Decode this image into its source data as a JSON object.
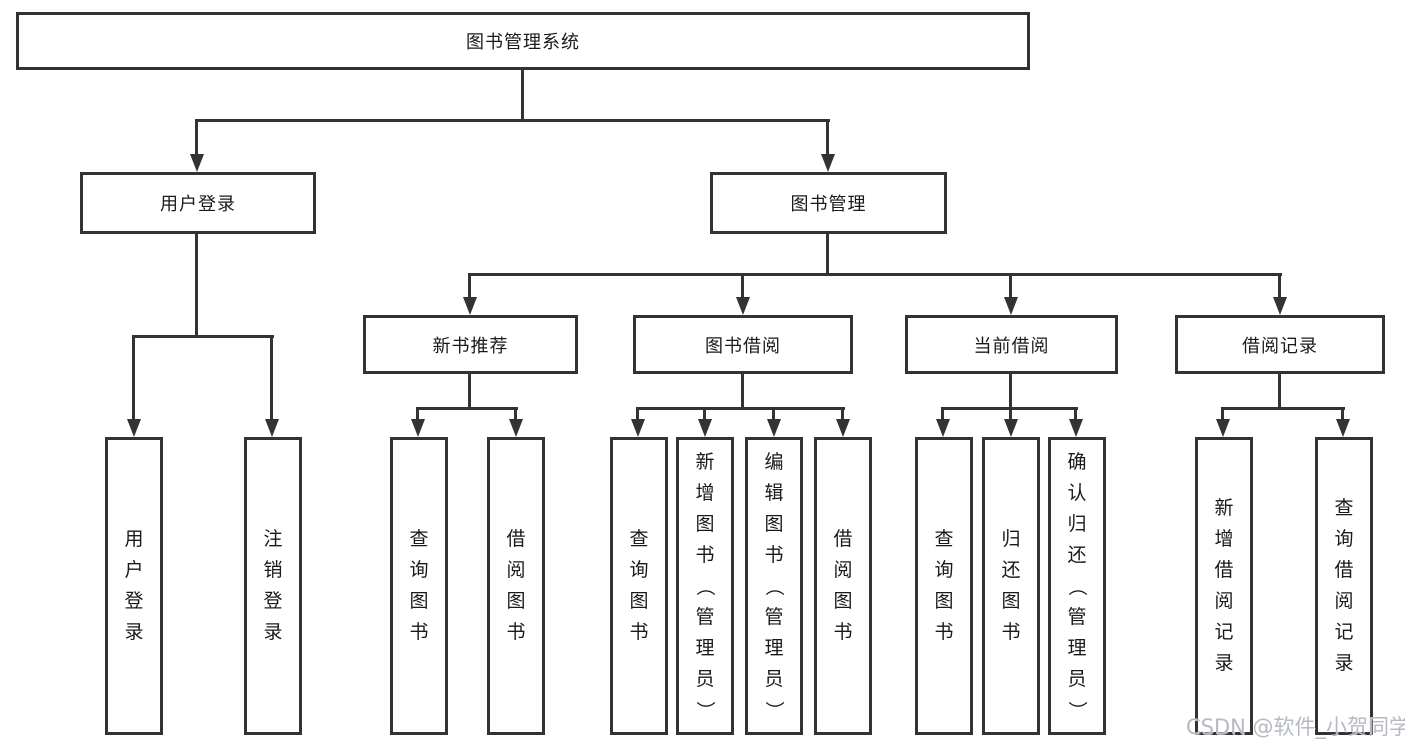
{
  "colors": {
    "background": "#ffffff",
    "line": "#333333",
    "box_border": "#333333",
    "text": "#1a1a1a",
    "watermark": "#b6bac1"
  },
  "diagram": {
    "root": {
      "label": "图书管理系统"
    },
    "level2": [
      {
        "label": "用户登录"
      },
      {
        "label": "图书管理"
      }
    ],
    "level3": [
      {
        "label": "新书推荐"
      },
      {
        "label": "图书借阅"
      },
      {
        "label": "当前借阅"
      },
      {
        "label": "借阅记录"
      }
    ],
    "leaves": {
      "user_login": [
        "用户登录",
        "注销登录"
      ],
      "new_book_recommendation": [
        "查询图书",
        "借阅图书"
      ],
      "book_borrowing": [
        "查询图书",
        "新增图书（管理员）",
        "编辑图书（管理员）",
        "借阅图书"
      ],
      "current_borrowing": [
        "查询图书",
        "归还图书",
        "确认归还（管理员）"
      ],
      "borrow_records": [
        "新增借阅记录",
        "查询借阅记录"
      ]
    }
  },
  "watermark": {
    "text": "CSDN @软件_小贺同学"
  }
}
